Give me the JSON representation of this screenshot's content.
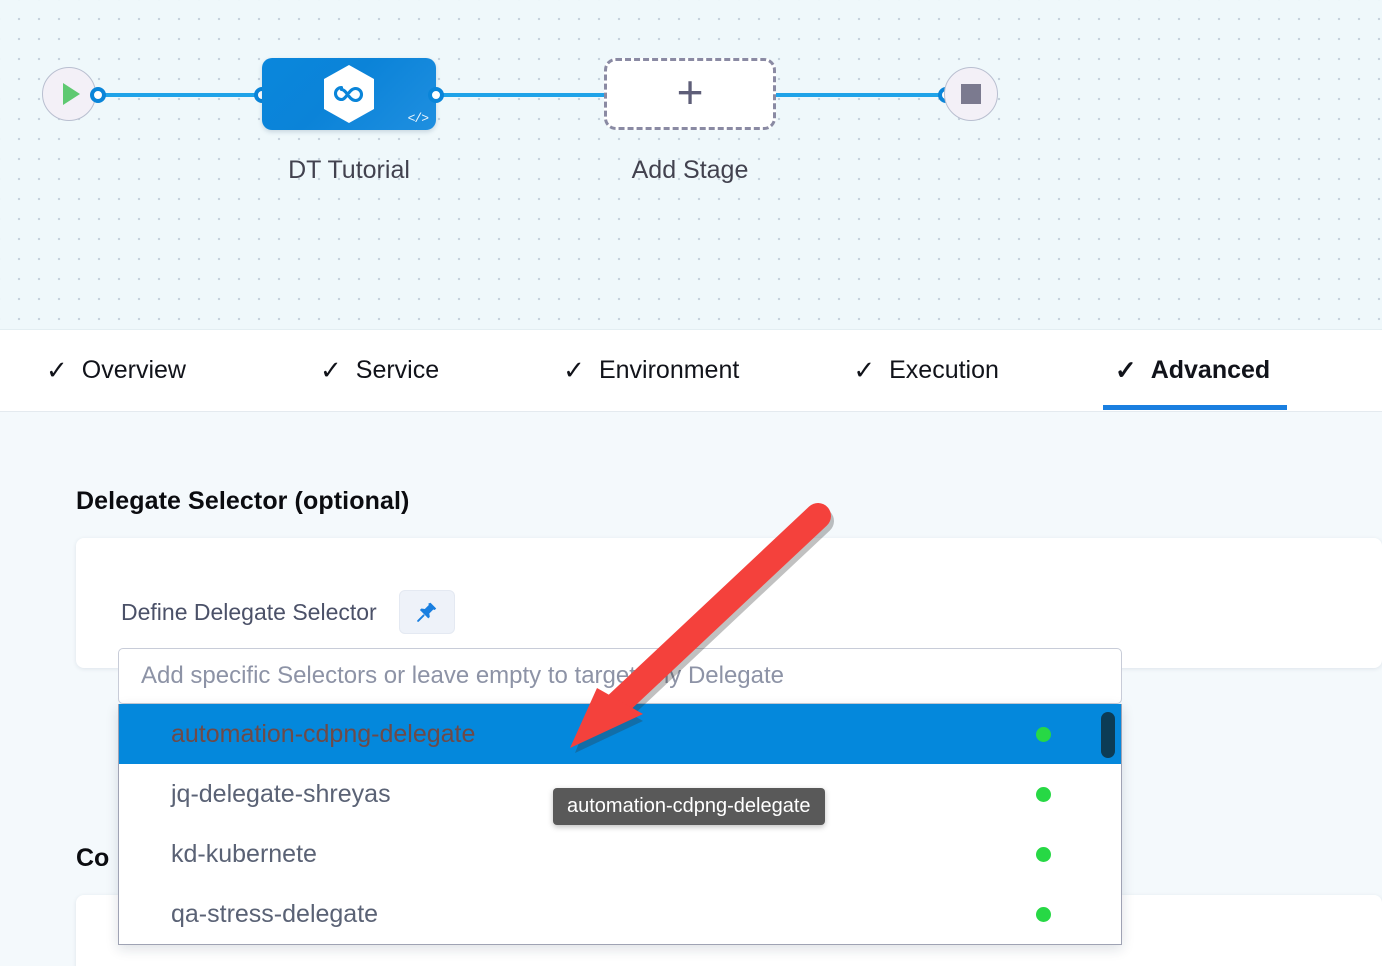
{
  "pipeline": {
    "start_node": {
      "icon": "play-icon"
    },
    "end_node": {
      "icon": "stop-icon"
    },
    "stage": {
      "label": "DT Tutorial",
      "icon": "harness-hexagon-icon",
      "badge_icon": "code-icon",
      "badge_text": "</>"
    },
    "add_stage": {
      "label": "Add Stage",
      "icon": "plus-icon"
    }
  },
  "tabs": [
    {
      "label": "Overview",
      "check": "✓",
      "active": false
    },
    {
      "label": "Service",
      "check": "✓",
      "active": false
    },
    {
      "label": "Environment",
      "check": "✓",
      "active": false
    },
    {
      "label": "Execution",
      "check": "✓",
      "active": false
    },
    {
      "label": "Advanced",
      "check": "✓",
      "active": true
    }
  ],
  "advanced": {
    "delegate_selector": {
      "title": "Delegate Selector (optional)",
      "field_label": "Define Delegate Selector",
      "pin_icon": "pin-icon",
      "input_placeholder": "Add specific Selectors or leave empty to target any Delegate",
      "input_value": "",
      "options": [
        {
          "label": "automation-cdpng-delegate",
          "status": "connected",
          "selected": true
        },
        {
          "label": "jq-delegate-shreyas",
          "status": "connected",
          "selected": false
        },
        {
          "label": "kd-kubernete",
          "status": "connected",
          "selected": false
        },
        {
          "label": "qa-stress-delegate",
          "status": "connected",
          "selected": false
        }
      ],
      "tooltip": "automation-cdpng-delegate"
    },
    "next_section": {
      "title_visible": "Co"
    }
  },
  "colors": {
    "accent_blue": "#0a85d9",
    "highlight_blue": "#0488dc",
    "tab_underline": "#1a7fe0",
    "status_green": "#27d845",
    "annotation_red": "#f4413c",
    "canvas_bg": "#eff8fb",
    "pane_bg": "#f4f9fc",
    "tooltip_bg": "#595959"
  }
}
